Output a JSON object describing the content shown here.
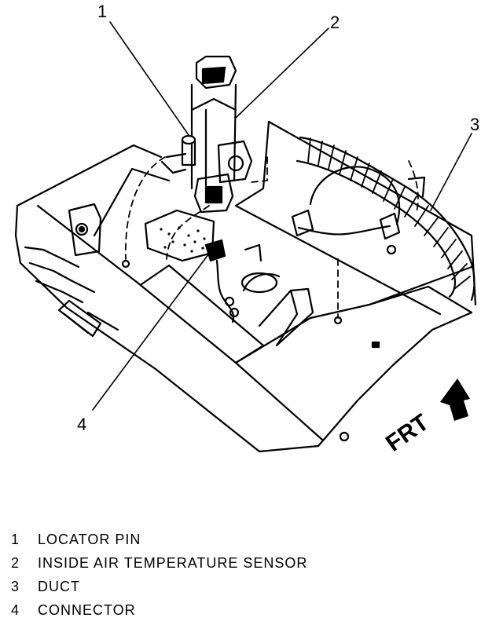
{
  "callouts": {
    "c1": "1",
    "c2": "2",
    "c3": "3",
    "c4": "4"
  },
  "direction_label": "FRT",
  "legend": [
    {
      "num": "1",
      "text": "LOCATOR PIN"
    },
    {
      "num": "2",
      "text": "INSIDE AIR TEMPERATURE SENSOR"
    },
    {
      "num": "3",
      "text": "DUCT"
    },
    {
      "num": "4",
      "text": "CONNECTOR"
    }
  ]
}
